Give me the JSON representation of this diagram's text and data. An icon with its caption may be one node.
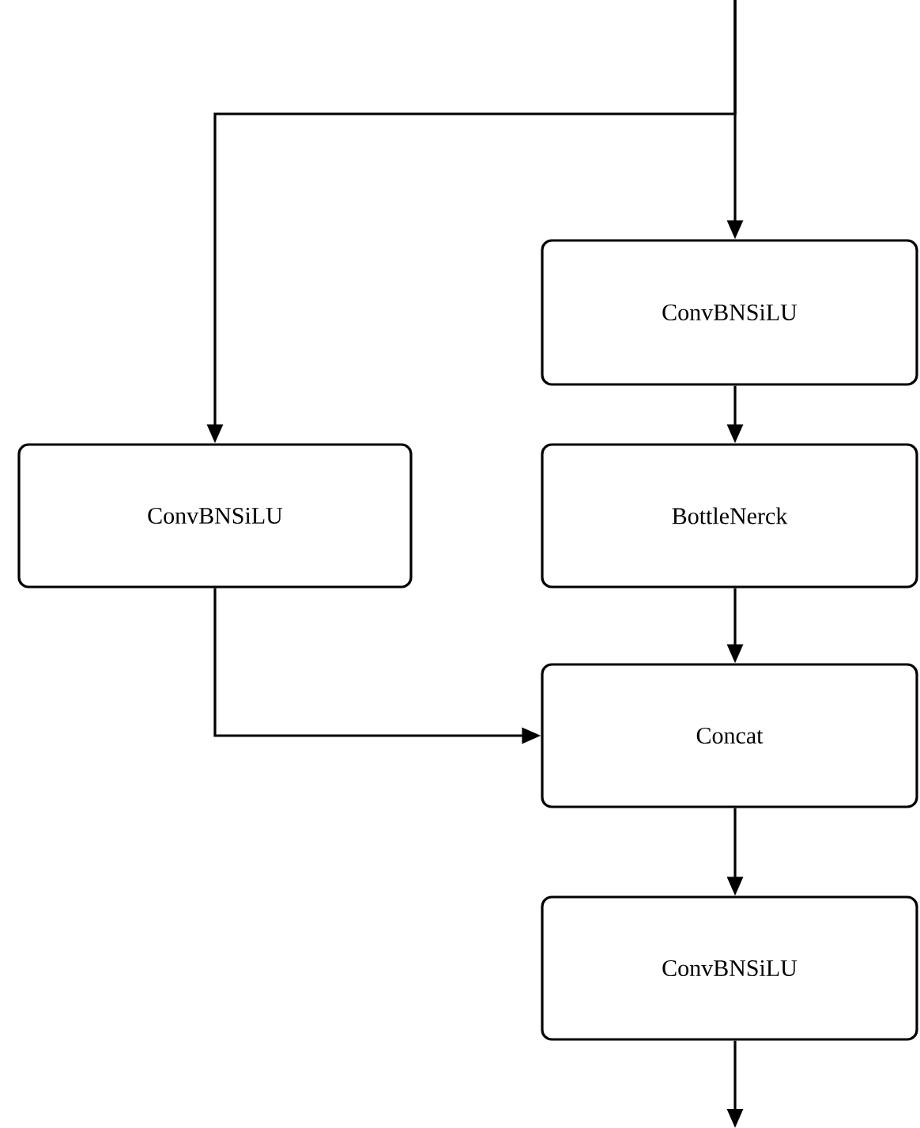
{
  "diagram": {
    "nodes": [
      {
        "text": [
          "ConvBNSiLU"
        ]
      },
      {
        "text": [
          "ConvBNSiLU"
        ]
      },
      {
        "text": [
          "BottleNerck"
        ]
      },
      {
        "text": [
          "Concat"
        ]
      },
      {
        "text": [
          "ConvBNSiLU"
        ]
      }
    ],
    "edges": [
      {
        "from": null,
        "to": 0,
        "arrow": "to"
      },
      {
        "from": null,
        "to": 1,
        "arrow": "to"
      },
      {
        "from": 0,
        "to": 2,
        "arrow": "to"
      },
      {
        "from": 2,
        "to": 3,
        "arrow": "to"
      },
      {
        "from": 1,
        "to": 3,
        "arrow": "to"
      },
      {
        "from": 3,
        "to": 4,
        "arrow": "to"
      },
      {
        "from": 4,
        "to": null,
        "arrow": "to"
      }
    ]
  }
}
